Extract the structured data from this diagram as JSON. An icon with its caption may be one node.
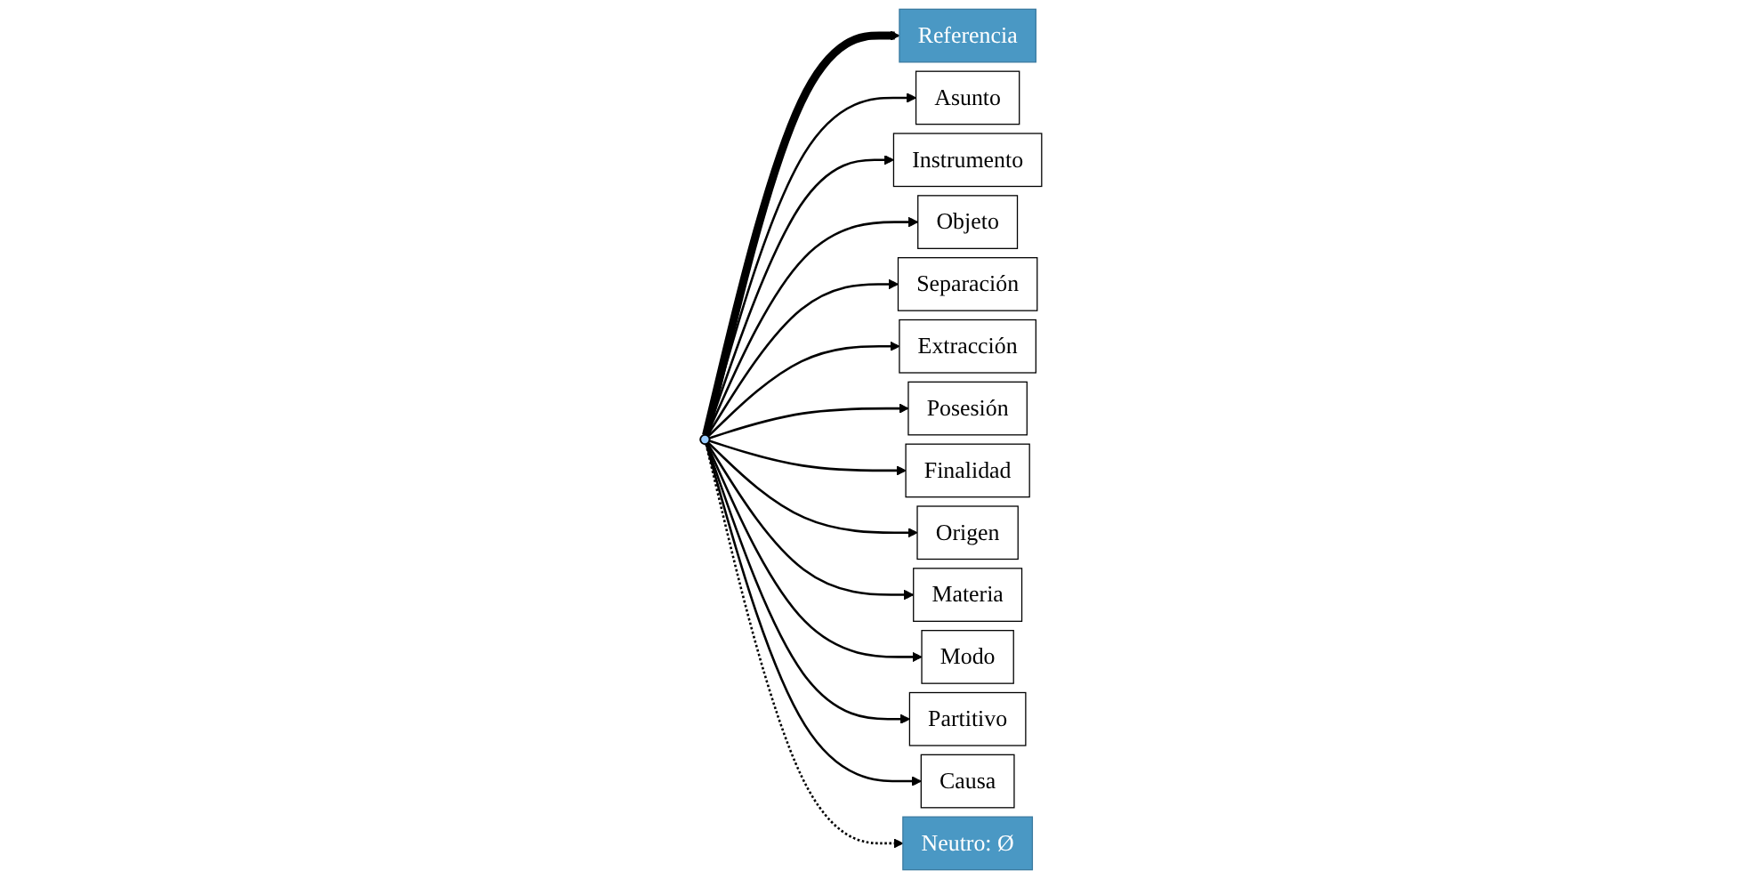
{
  "diagram": {
    "nodes": [
      {
        "text": [
          "Asunto"
        ]
      },
      {
        "text": [
          "Instrumento"
        ]
      },
      {
        "text": [
          "Objeto"
        ]
      },
      {
        "text": [
          "Referencia"
        ]
      },
      {
        "text": [],
        "shape": "circle"
      },
      {
        "text": [
          "Separación"
        ]
      },
      {
        "text": [
          "Extracción"
        ]
      },
      {
        "text": [
          "Posesión"
        ]
      },
      {
        "text": [
          "Finalidad"
        ]
      },
      {
        "text": [
          "Origen"
        ]
      },
      {
        "text": [
          "Materia"
        ]
      },
      {
        "text": [
          "Modo"
        ]
      },
      {
        "text": [
          "Partitivo"
        ]
      },
      {
        "text": [
          "Causa"
        ]
      },
      {
        "text": [
          "Neutro: Ø"
        ]
      }
    ],
    "edges": [
      {
        "from": 4,
        "to": 3,
        "arrow": "to",
        "style": "thick"
      },
      {
        "from": 4,
        "to": 0,
        "arrow": "to"
      },
      {
        "from": 4,
        "to": 1,
        "arrow": "to"
      },
      {
        "from": 4,
        "to": 2,
        "arrow": "to"
      },
      {
        "from": 4,
        "to": 5,
        "arrow": "to"
      },
      {
        "from": 4,
        "to": 6,
        "arrow": "to"
      },
      {
        "from": 4,
        "to": 7,
        "arrow": "to"
      },
      {
        "from": 4,
        "to": 8,
        "arrow": "to"
      },
      {
        "from": 4,
        "to": 9,
        "arrow": "to"
      },
      {
        "from": 4,
        "to": 10,
        "arrow": "to"
      },
      {
        "from": 4,
        "to": 11,
        "arrow": "to"
      },
      {
        "from": 4,
        "to": 12,
        "arrow": "to"
      },
      {
        "from": 4,
        "to": 13,
        "arrow": "to"
      },
      {
        "from": 4,
        "to": 14,
        "arrow": "to",
        "style": "dashed"
      }
    ]
  }
}
